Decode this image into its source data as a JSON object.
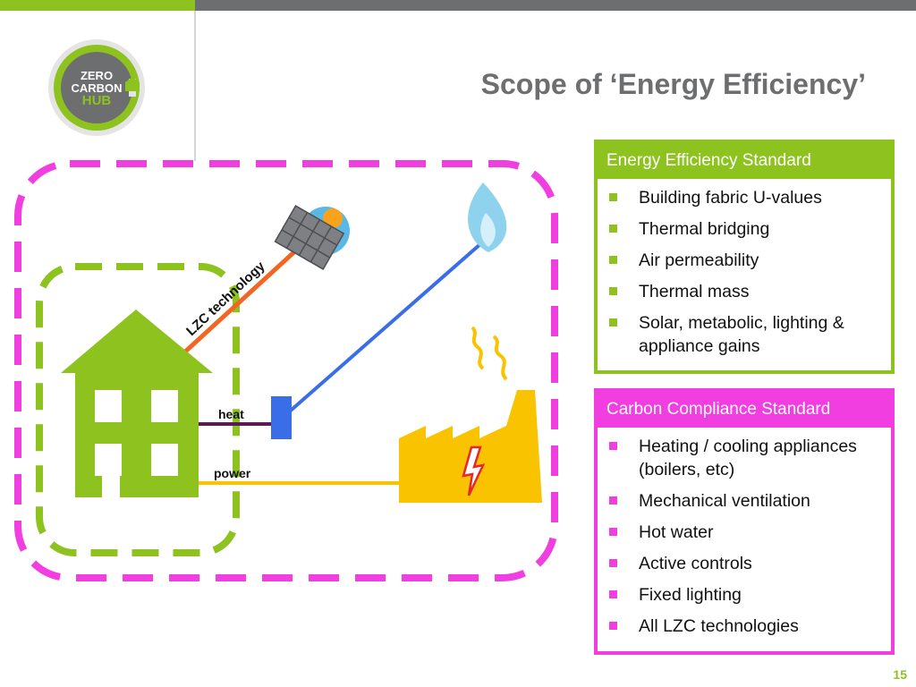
{
  "slide": {
    "title": "Scope of ‘Energy Efficiency’",
    "page_number": "15"
  },
  "logo": {
    "line1": "ZERO",
    "line2": "CARBON",
    "line3": "HUB"
  },
  "diagram": {
    "lzc_label": "LZC technology",
    "heat_label": "heat",
    "power_label": "power"
  },
  "energy_efficiency_standard": {
    "header": "Energy Efficiency Standard",
    "items": [
      "Building fabric U-values",
      "Thermal bridging",
      "Air permeability",
      "Thermal mass",
      "Solar, metabolic, lighting & appliance gains"
    ]
  },
  "carbon_compliance_standard": {
    "header": "Carbon Compliance Standard",
    "items": [
      "Heating / cooling appliances (boilers, etc)",
      "Mechanical ventilation",
      "Hot water",
      "Active controls",
      "Fixed lighting",
      "All LZC technologies"
    ]
  },
  "colors": {
    "green": "#8dc21f",
    "magenta": "#f03ee0",
    "grey": "#6d6e70",
    "blue": "#3a6ee8",
    "yellow": "#f9c300",
    "orange": "#f26522",
    "purple": "#5c1a55"
  }
}
